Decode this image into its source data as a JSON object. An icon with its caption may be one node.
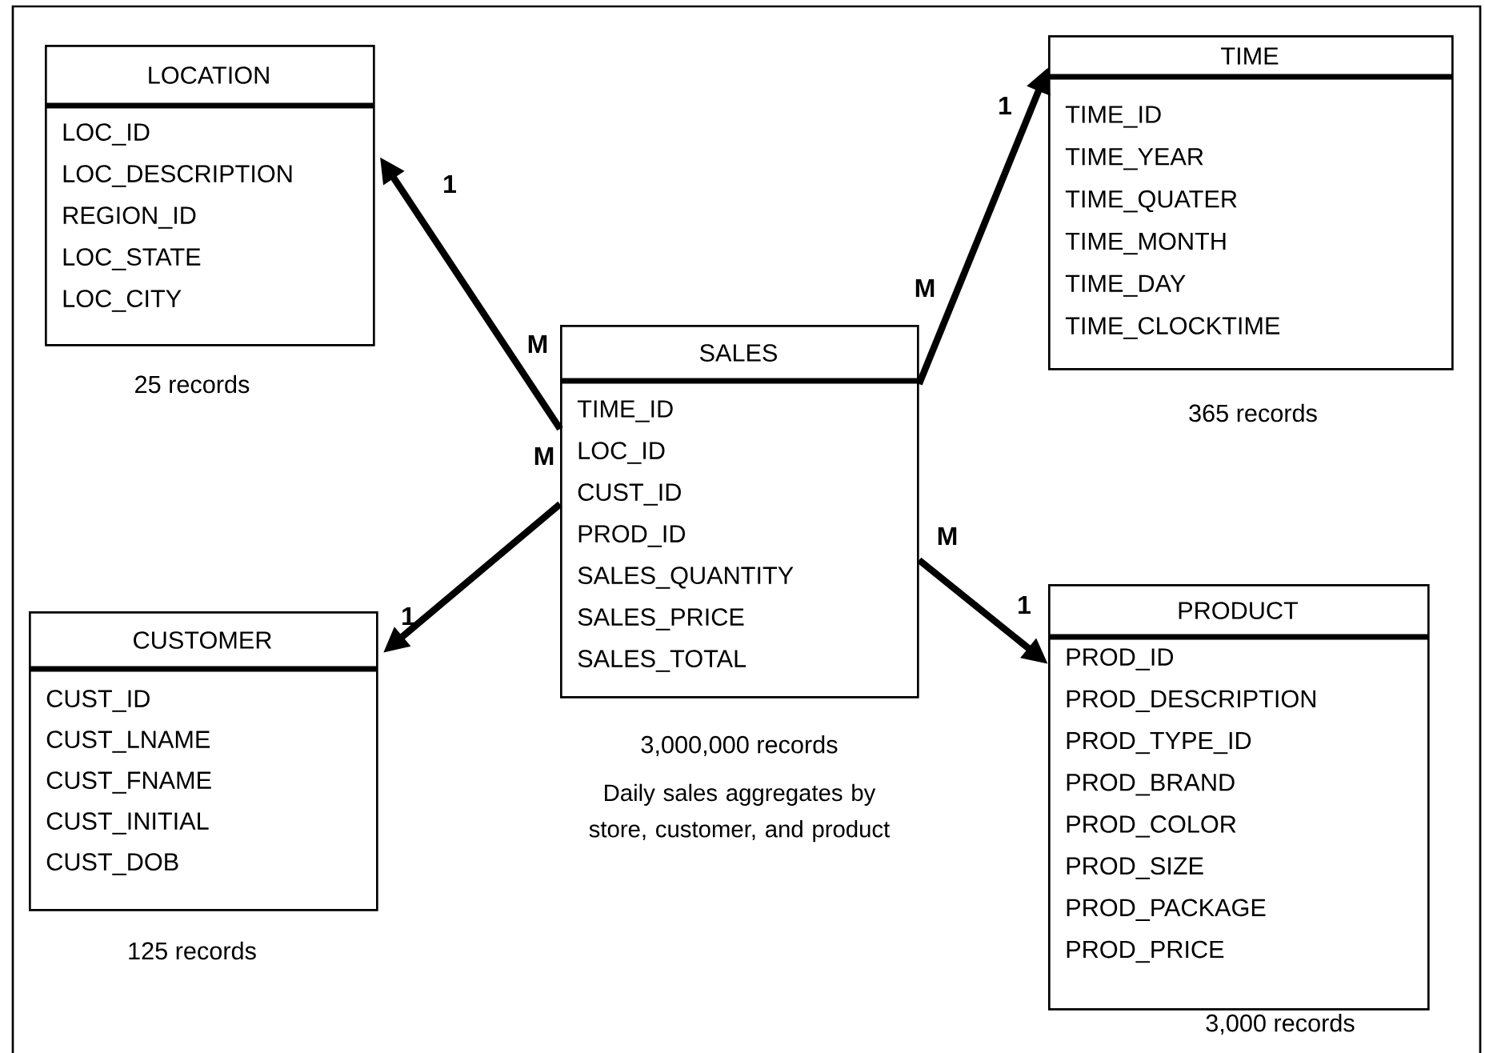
{
  "diagram": {
    "nodes": [
      {
        "text": [
          "LOCATION",
          "LOC_ID",
          "LOC_DESCRIPTION",
          "REGION_ID",
          "LOC_STATE",
          "LOC_CITY"
        ],
        "beside": [
          "25 records"
        ]
      },
      {
        "text": [
          "TIME",
          "TIME_ID",
          "TIME_YEAR",
          "TIME_QUATER",
          "TIME_MONTH",
          "TIME_DAY",
          "TIME_CLOCKTIME"
        ],
        "beside": [
          "365 records"
        ]
      },
      {
        "text": [
          "SALES",
          "TIME_ID",
          "LOC_ID",
          "CUST_ID",
          "PROD_ID",
          "SALES_QUANTITY",
          "SALES_PRICE",
          "SALES_TOTAL"
        ],
        "beside": [
          "3,000,000 records",
          "Daily sales aggregates by store, customer, and product"
        ]
      },
      {
        "text": [
          "CUSTOMER",
          "CUST_ID",
          "CUST_LNAME",
          "CUST_FNAME",
          "CUST_INITIAL",
          "CUST_DOB"
        ],
        "beside": [
          "125 records"
        ]
      },
      {
        "text": [
          "PRODUCT",
          "PROD_ID",
          "PROD_DESCRIPTION",
          "PROD_TYPE_ID",
          "PROD_BRAND",
          "PROD_COLOR",
          "PROD_SIZE",
          "PROD_PACKAGE",
          "PROD_PRICE"
        ],
        "beside": [
          "3,000 records"
        ]
      }
    ],
    "edges": [
      {
        "from": 2,
        "to": 0,
        "arrow": "to"
      },
      {
        "from": 2,
        "to": 1,
        "arrow": "to"
      },
      {
        "from": 2,
        "to": 3,
        "arrow": "to"
      },
      {
        "from": 2,
        "to": 4,
        "arrow": "to"
      }
    ],
    "labels": [
      "1",
      "1",
      "M",
      "M",
      "M",
      "M",
      "1",
      "1"
    ]
  }
}
